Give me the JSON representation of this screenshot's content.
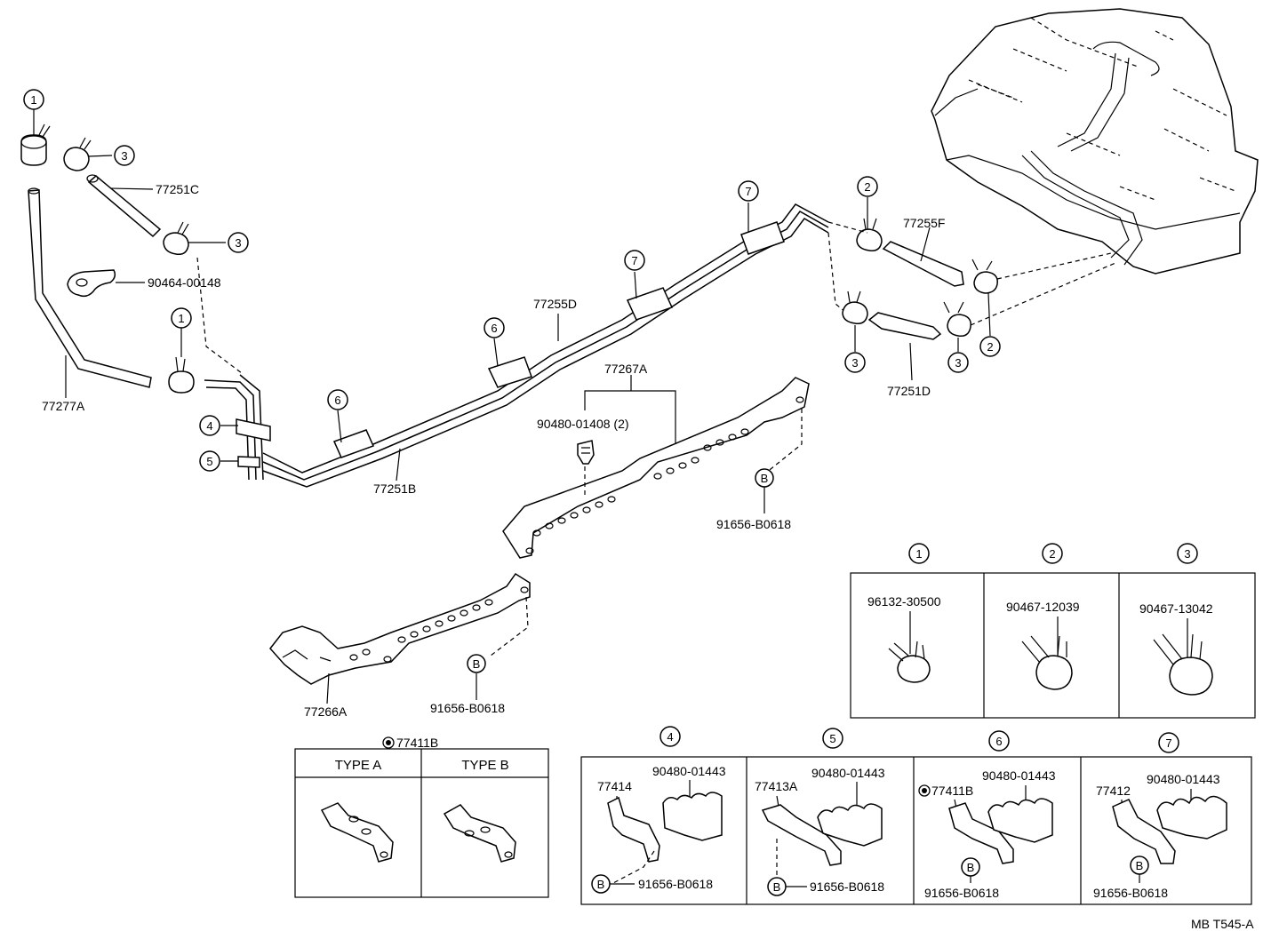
{
  "parts": {
    "p77251C": "77251C",
    "p90464_00148": "90464-00148",
    "p77277A": "77277A",
    "p77251B": "77251B",
    "p77255D": "77255D",
    "p77267A": "77267A",
    "p90480_01408": "90480-01408 (2)",
    "p91656_B0618": "91656-B0618",
    "p77266A": "77266A",
    "p77255F": "77255F",
    "p77251D": "77251D"
  },
  "callouts": {
    "c1": "1",
    "c2": "2",
    "c3": "3",
    "c4": "4",
    "c5": "5",
    "c6": "6",
    "c7": "7",
    "cB": "B"
  },
  "clamp_table": {
    "headers": [
      "1",
      "2",
      "3"
    ],
    "parts": [
      "96132-30500",
      "90467-12039",
      "90467-13042"
    ]
  },
  "type_table": {
    "title": "77411B",
    "types": [
      "TYPE A",
      "TYPE B"
    ]
  },
  "bracket_table": {
    "headers": [
      "4",
      "5",
      "6",
      "7"
    ],
    "brackets": [
      "77414",
      "77413A",
      "77411B",
      "77412"
    ],
    "clips": [
      "90480-01443",
      "90480-01443",
      "90480-01443",
      "90480-01443"
    ],
    "bolts": [
      "91656-B0618",
      "91656-B0618",
      "91656-B0618",
      "91656-B0618"
    ]
  },
  "footer_code": "MB T545-A"
}
